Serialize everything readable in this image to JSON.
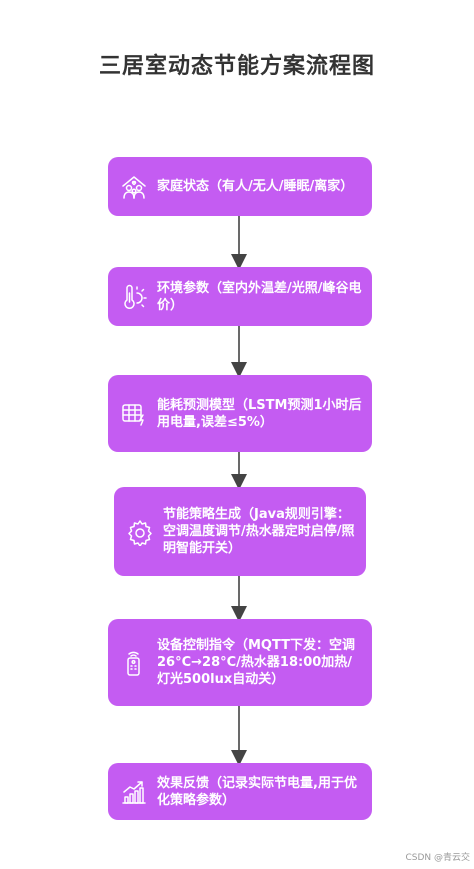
{
  "title": "三居室动态节能方案流程图",
  "steps": [
    {
      "label": "家庭状态（有人/无人/睡眠/离家）",
      "icon": "family-icon"
    },
    {
      "label": "环境参数（室内外温差/光照/峰谷电价）",
      "icon": "thermometer-sun-icon"
    },
    {
      "label": "能耗预测模型（LSTM预测1小时后用电量,误差≤5%）",
      "icon": "calendar-energy-icon"
    },
    {
      "label": "节能策略生成（Java规则引擎：空调温度调节/热水器定时启停/照明智能开关）",
      "icon": "gear-icon"
    },
    {
      "label": "设备控制指令（MQTT下发：空调26°C→28°C/热水器18:00加热/灯光500lux自动关）",
      "icon": "remote-control-icon"
    },
    {
      "label": "效果反馈（记录实际节电量,用于优化策略参数）",
      "icon": "growth-chart-icon"
    }
  ],
  "watermark": "CSDN @青云交"
}
